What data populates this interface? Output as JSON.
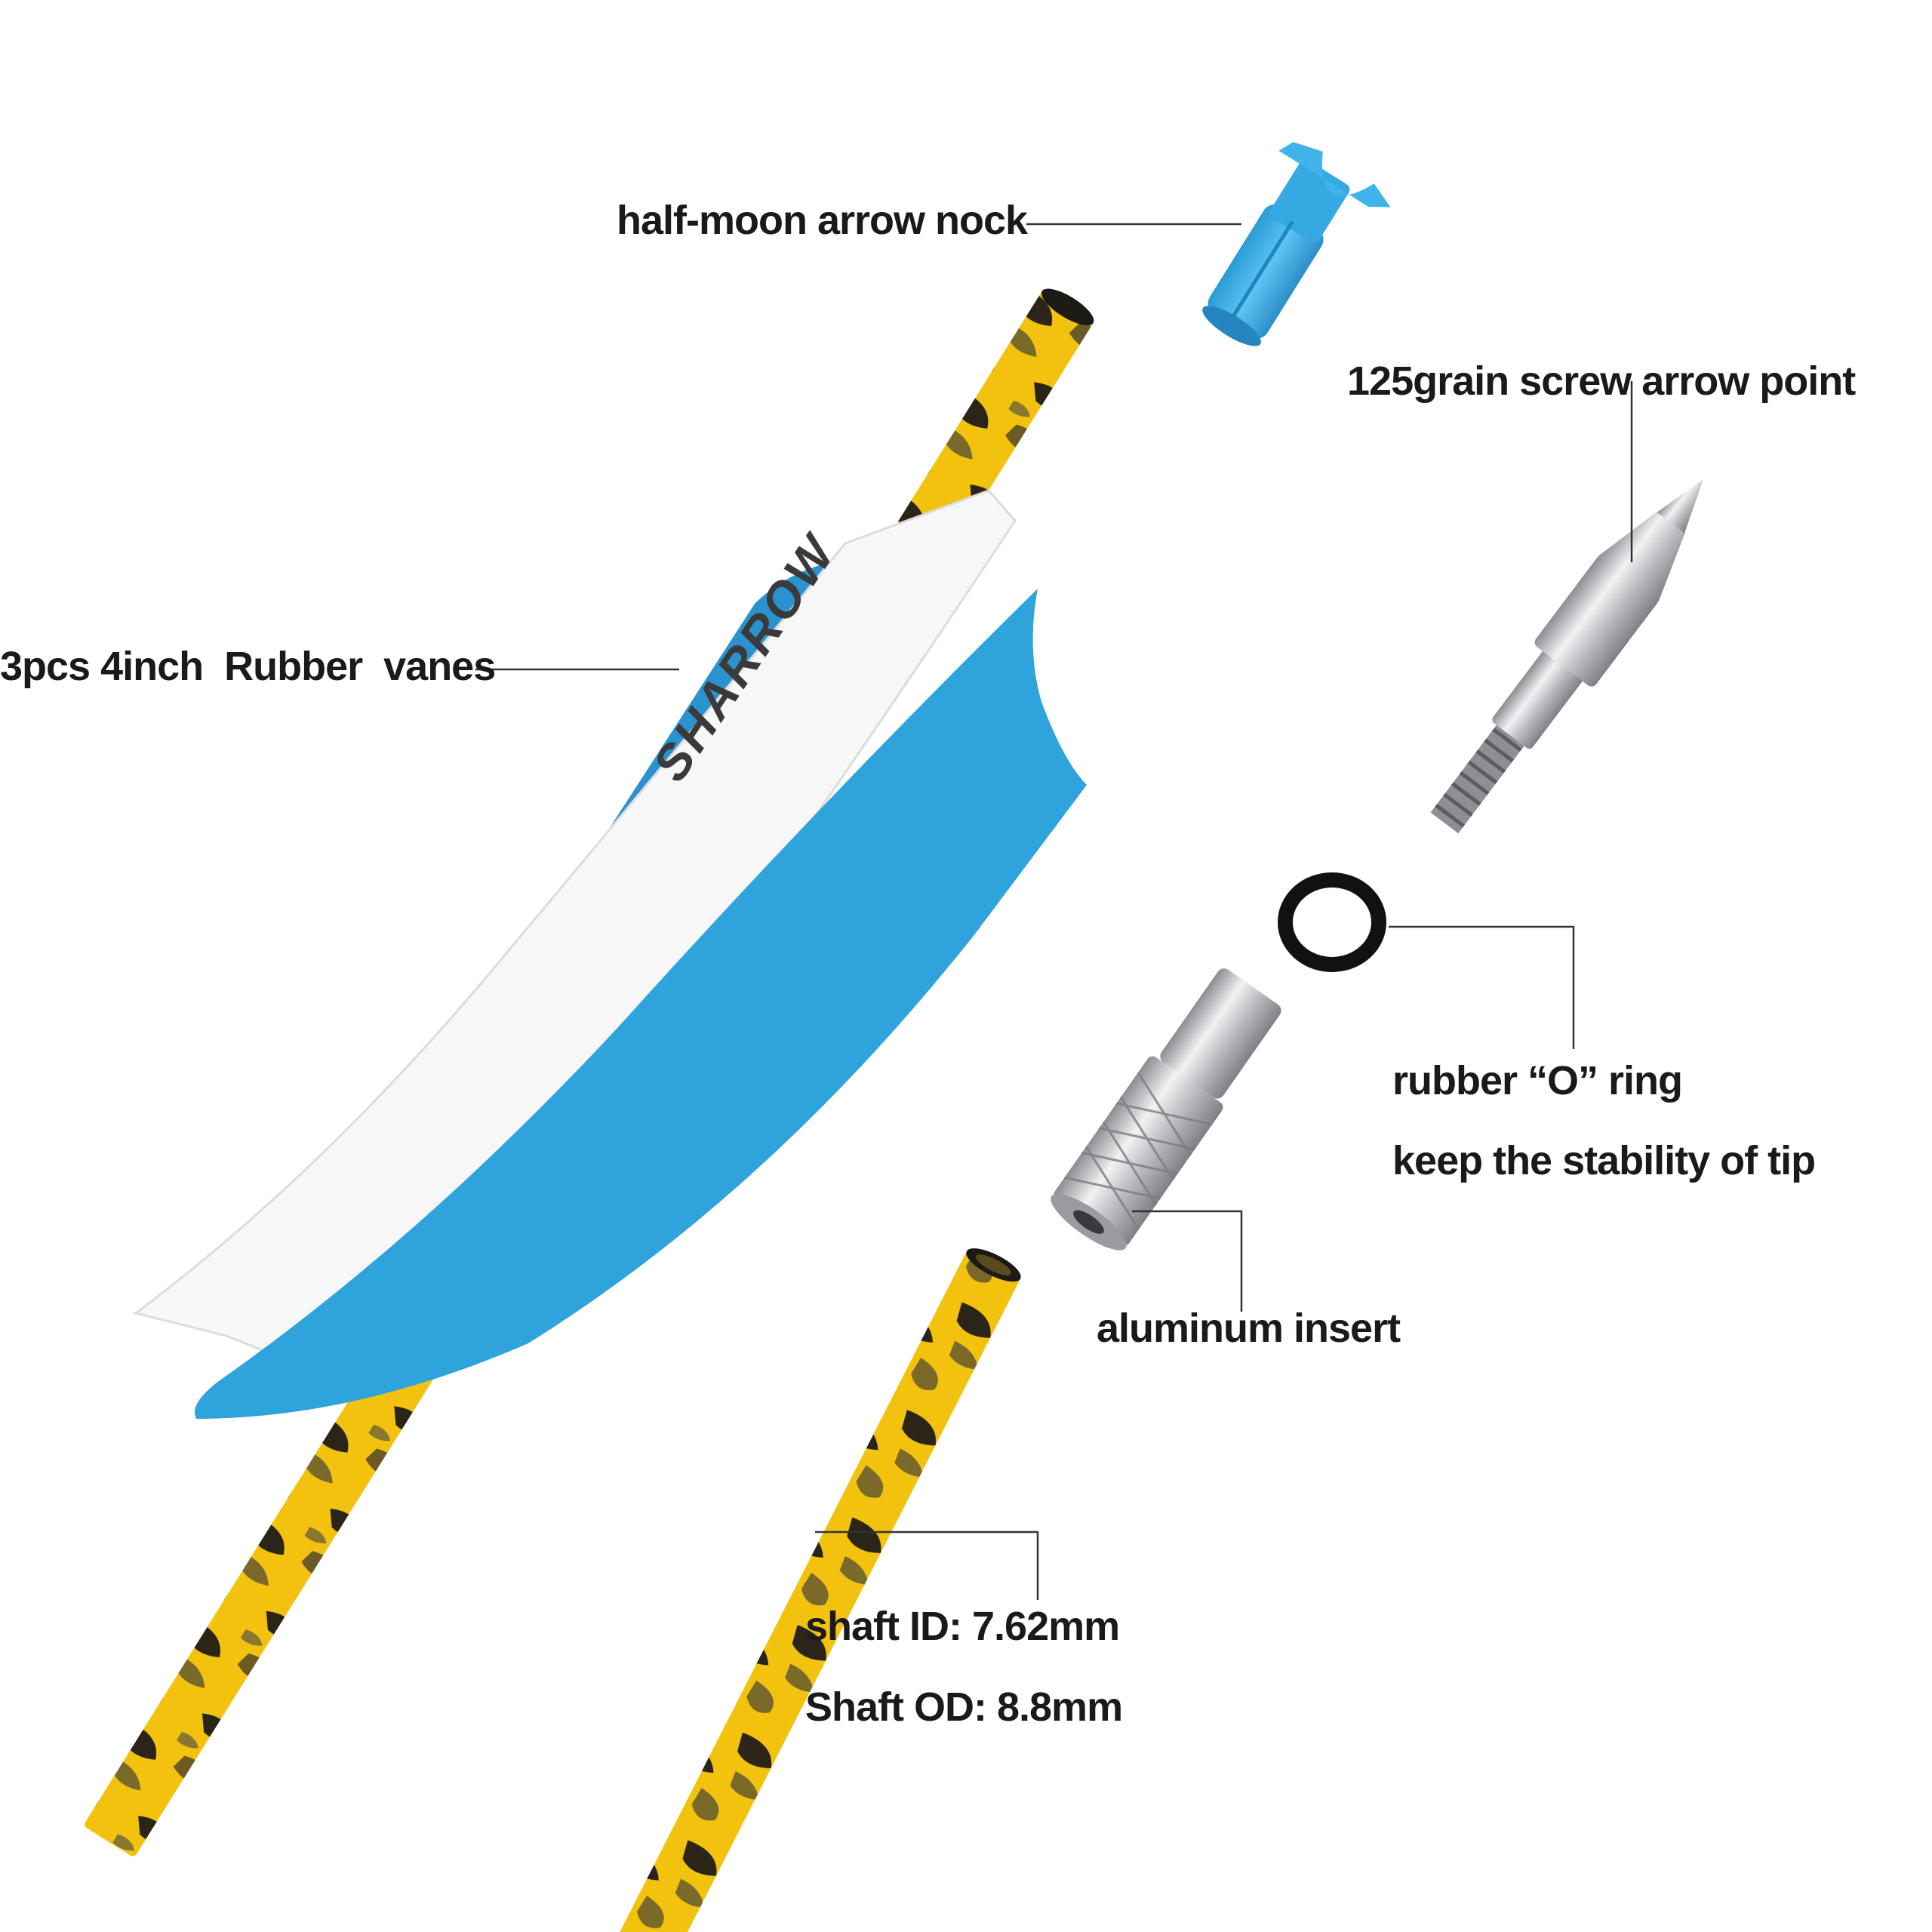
{
  "labels": {
    "nock": "half-moon arrow nock",
    "point": "125grain screw arrow point",
    "vanes": "3pcs 4inch  Rubber  vanes",
    "o_ring_line1": "rubber “O” ring",
    "o_ring_line2": "keep the stability of tip",
    "insert": "aluminum insert",
    "shaft_id": "shaft ID: 7.62mm",
    "shaft_od": "Shaft OD: 8.8mm"
  },
  "vane_brand": "SHARROW",
  "colors": {
    "vane_blue": "#2ea3dc",
    "nock_blue": "#3aaee8",
    "vane_white": "#f7f7f7",
    "camo_yellow": "#f2c20f",
    "camo_olive": "#7a6a2a",
    "camo_dark": "#2b2418",
    "metal": "#b8b8bc"
  },
  "icons": {
    "nock": "nock-icon",
    "point": "arrow-point-icon",
    "o_ring": "o-ring-icon",
    "insert": "insert-icon"
  }
}
